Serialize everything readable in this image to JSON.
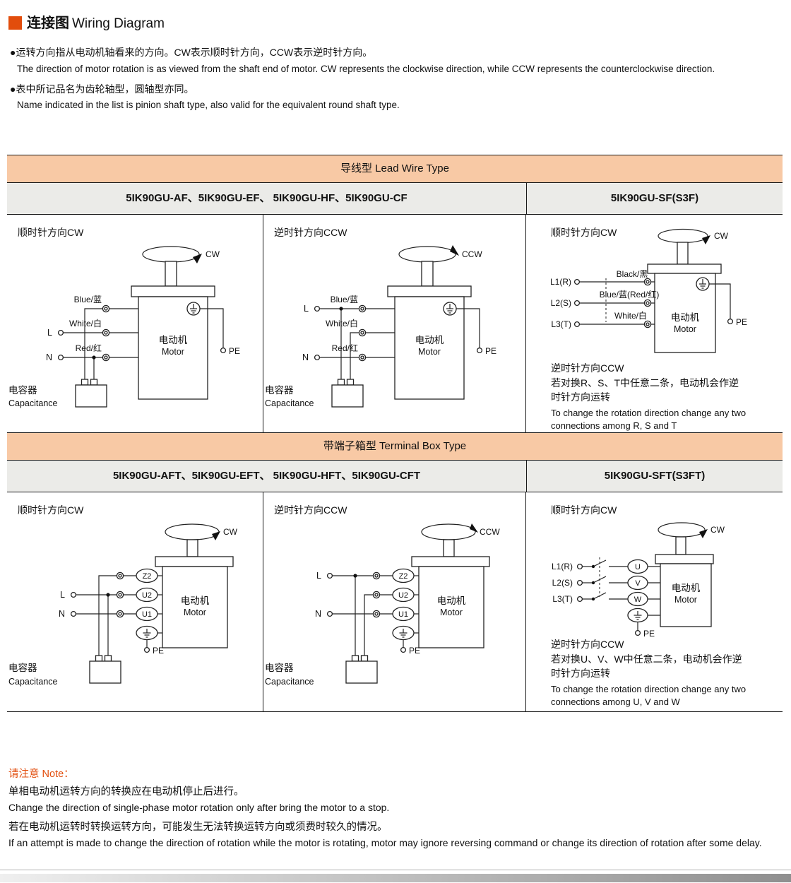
{
  "header": {
    "title_zh": "连接图",
    "title_en": "Wiring Diagram"
  },
  "intro": {
    "b1_zh": "●运转方向指从电动机轴看来的方向。CW表示顺时针方向，CCW表示逆时针方向。",
    "b1_en": "The direction of motor rotation is as viewed from the shaft end of motor. CW represents the clockwise direction, while CCW represents the counterclockwise direction.",
    "b2_zh": "●表中所记品名为齿轮轴型，圆轴型亦同。",
    "b2_en": "Name indicated in the list is pinion shaft type, also valid for the equivalent round shaft type."
  },
  "lead": {
    "band": "导线型 Lead Wire Type",
    "models_left": "5IK90GU-AF、5IK90GU-EF、 5IK90GU-HF、5IK90GU-CF",
    "models_right": "5IK90GU-SF(S3F)",
    "cw_label": "顺时针方向CW",
    "ccw_label": "逆时针方向CCW",
    "sf_note_zh1": "若对换R、S、T中任意二条，电动机会作逆",
    "sf_note_zh2": "时针方向运转",
    "sf_note_en1": "To change the rotation direction change any two",
    "sf_note_en2": "connections among R, S and T"
  },
  "terminal": {
    "band": "带端子箱型 Terminal Box Type",
    "models_left": "5IK90GU-AFT、5IK90GU-EFT、 5IK90GU-HFT、5IK90GU-CFT",
    "models_right": "5IK90GU-SFT(S3FT)",
    "cw_label": "顺时针方向CW",
    "ccw_label": "逆时针方向CCW",
    "sft_note_zh1": "若对换U、V、W中任意二条，电动机会作逆",
    "sft_note_zh2": "时针方向运转",
    "sft_note_en1": "To change the rotation direction change any two",
    "sft_note_en2": "connections among U, V and W"
  },
  "labels": {
    "cw": "CW",
    "ccw": "CCW",
    "l": "L",
    "n": "N",
    "pe": "PE",
    "blue": "Blue/蓝",
    "white": "White/白",
    "red": "Red/红",
    "black": "Black/黑",
    "blue_red": "Blue/蓝(Red/红)",
    "motor_zh": "电动机",
    "motor_en": "Motor",
    "cap_zh": "电容器",
    "cap_en": "Capacitance",
    "l1": "L1(R)",
    "l2": "L2(S)",
    "l3": "L3(T)",
    "z2": "Z2",
    "u2": "U2",
    "u1": "U1",
    "u": "U",
    "v": "V",
    "w": "W"
  },
  "note": {
    "heading": "请注意 Note：",
    "l1_zh": "单相电动机运转方向的转换应在电动机停止后进行。",
    "l1_en": "Change the direction of single-phase motor rotation only after bring the motor to a stop.",
    "l2_zh": "若在电动机运转时转换运转方向，可能发生无法转换运转方向或须费时较久的情况。",
    "l2_en": "If an attempt is made to change the direction of rotation while the motor is rotating, motor may ignore reversing command or change its direction of rotation after some delay."
  }
}
